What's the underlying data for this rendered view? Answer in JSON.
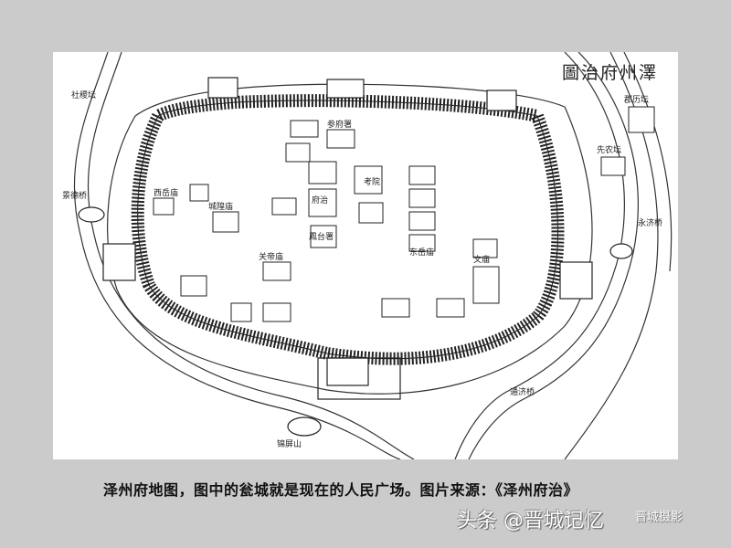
{
  "map": {
    "title": "澤州府治圖",
    "labels": [
      "考院",
      "府治",
      "鳳台署",
      "先农坛",
      "郡历坛",
      "景德桥",
      "永济桥",
      "文庙",
      "东岳庙",
      "西岳庙",
      "城隍庙",
      "关帝庙",
      "参府署",
      "社稷坛",
      "通济桥",
      "锦屏山"
    ]
  },
  "caption": "泽州府地图，图中的瓮城就是现在的人民广场。图片来源：《泽州府治》",
  "watermark": {
    "prefix": "头条",
    "handle": "@晋城记忆",
    "overlay": "晋城摄影"
  },
  "colors": {
    "background": "#cbcbcb",
    "ink": "#222222",
    "paper": "#ffffff"
  }
}
